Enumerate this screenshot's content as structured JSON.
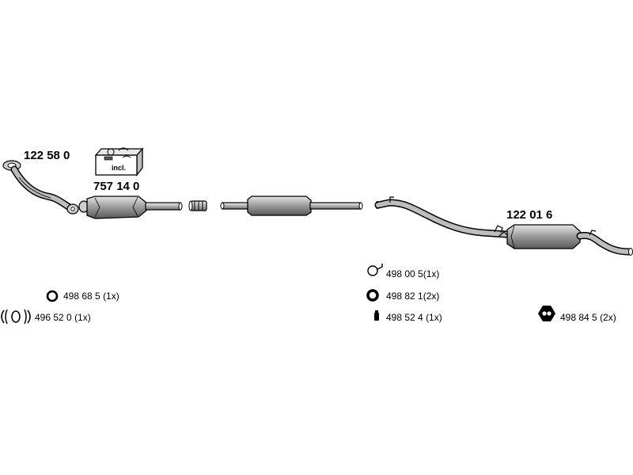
{
  "parts": {
    "front_pipe": "122 58 0",
    "catalyst": "757 14 0",
    "rear_silencer": "122 01 6",
    "kit_label": "incl."
  },
  "accessories": {
    "a1": {
      "number": "498 68 5",
      "qty": "(1x)",
      "icon": "ring-icon"
    },
    "a2": {
      "number": "496 52 0",
      "qty": "(1x)",
      "icon": "clamp-icon"
    },
    "a3": {
      "number": "498 00 5",
      "qty": "(1x)",
      "icon": "hanger-hook-icon"
    },
    "a4": {
      "number": "498 82 1",
      "qty": "(2x)",
      "icon": "rubber-ring-icon"
    },
    "a5": {
      "number": "498 52 4",
      "qty": "(1x)",
      "icon": "rubber-block-icon"
    },
    "a6": {
      "number": "498 84 5",
      "qty": "(2x)",
      "icon": "rubber-mount-icon"
    }
  },
  "colors": {
    "line": "#000000",
    "part_fill": "#9a9a9a",
    "part_light": "#d8d8d8"
  }
}
